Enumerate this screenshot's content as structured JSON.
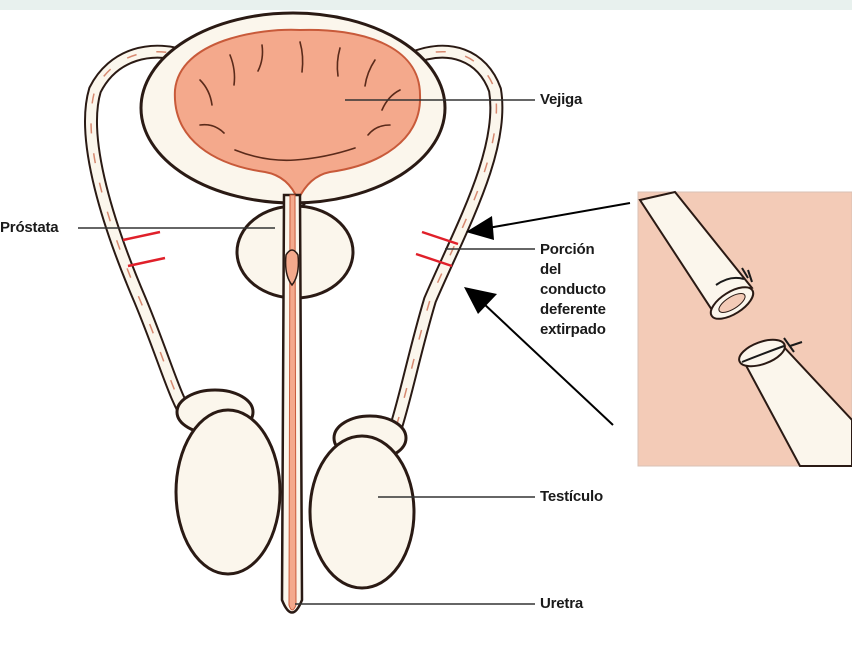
{
  "labels": {
    "vejiga": "Vejiga",
    "prostata": "Próstata",
    "porcion": [
      "Porción",
      "del",
      "conducto",
      "deferente",
      "extirpado"
    ],
    "testiculo": "Testículo",
    "uretra": "Uretra"
  },
  "colors": {
    "background": "#ffffff",
    "top_band": "#e8f1ee",
    "tissue": "#f4a98c",
    "tissue_dark": "#c85a3a",
    "outline": "#2a1a14",
    "cut_marks": "#e0202a",
    "inset_bg": "#f3cbb7",
    "tube": "#fbf6ec"
  }
}
